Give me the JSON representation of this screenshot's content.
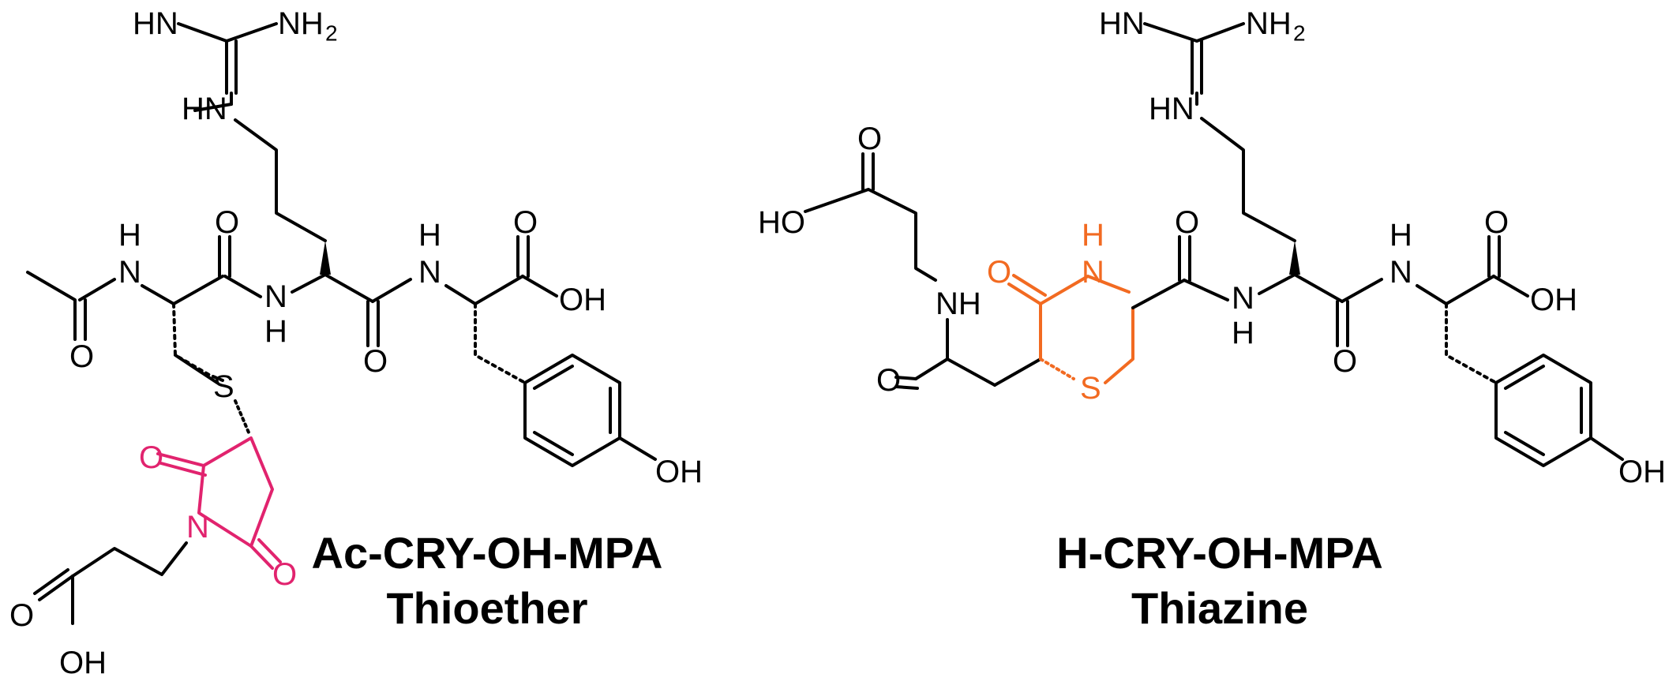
{
  "compounds": [
    {
      "name": "Ac-CRY-OH-MPA",
      "subtitle": "Thioether",
      "atoms": {
        "guan_nh": "HN",
        "guan_nh2": "NH",
        "guan_nh2_sub": "2",
        "guan_hn": "HN",
        "ac_h": "H",
        "ac_n": "N",
        "ac_o": "O",
        "cys_o": "O",
        "arg_n": "N",
        "arg_h": "H",
        "arg_o": "O",
        "tyr_h": "H",
        "tyr_n": "N",
        "acid_o": "O",
        "acid_oh": "OH",
        "s": "S",
        "phenol_oh": "OH",
        "succ_o1": "O",
        "succ_n": "N",
        "succ_o2": "O",
        "mpa_o": "O",
        "mpa_oh": "OH"
      }
    },
    {
      "name": "H-CRY-OH-MPA",
      "subtitle": "Thiazine",
      "atoms": {
        "guan_nh": "HN",
        "guan_nh2": "NH",
        "guan_nh2_sub": "2",
        "guan_hn": "HN",
        "mpa_o": "O",
        "mpa_ho": "HO",
        "amide_nh": "NH",
        "amide_o": "O",
        "ring_o": "O",
        "ring_h": "H",
        "ring_n": "N",
        "ring_s": "S",
        "cys_o": "O",
        "arg_n": "N",
        "arg_h": "H",
        "arg_o": "O",
        "tyr_h": "H",
        "tyr_n": "N",
        "acid_o": "O",
        "acid_oh": "OH",
        "phenol_oh": "OH"
      }
    }
  ],
  "colors": {
    "succinimide": "#e1236e",
    "thiazine_ring": "#f26a21",
    "default": "#000000"
  }
}
